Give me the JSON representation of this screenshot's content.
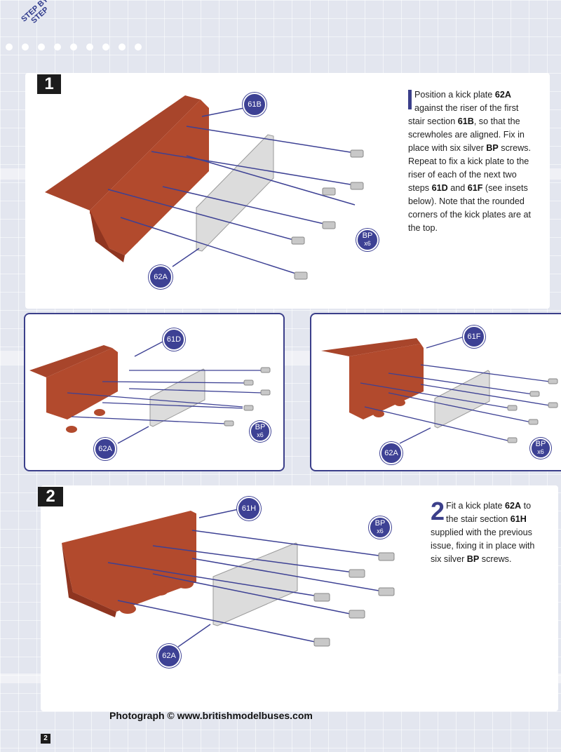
{
  "header": {
    "label": "STEP BY STEP"
  },
  "step1": {
    "number": "1",
    "instruction": {
      "t1": "Position a kick plate ",
      "p62a": "62A",
      "t2": " against the riser of the first stair section ",
      "p61b": "61B",
      "t3": ", so that the screwholes are aligned. Fix in place with six silver ",
      "bp": "BP",
      "t4": " screws. Repeat to fix a kick plate to the riser of each of the next two steps ",
      "p61d": "61D",
      "t5": " and ",
      "p61f": "61F",
      "t6": " (see insets below). Note that the rounded corners of the kick plates are at the top."
    },
    "callouts": {
      "section": "61B",
      "plate": "62A",
      "screw": "BP",
      "qty": "x6"
    }
  },
  "inset_left": {
    "callouts": {
      "section": "61D",
      "plate": "62A",
      "screw": "BP",
      "qty": "x6"
    }
  },
  "inset_right": {
    "callouts": {
      "section": "61F",
      "plate": "62A",
      "screw": "BP",
      "qty": "x6"
    }
  },
  "step2": {
    "number": "2",
    "instruction": {
      "t1": "Fit a kick plate ",
      "p62a": "62A",
      "t2": " to the stair section ",
      "p61h": "61H",
      "t3": " supplied with the previous issue, fixing it in place with six silver ",
      "bp": "BP",
      "t4": " screws."
    },
    "callouts": {
      "section": "61H",
      "plate": "62A",
      "screw": "BP",
      "qty": "x6"
    }
  },
  "credit": "Photograph © www.britishmodelbuses.com",
  "page_number": "2",
  "colors": {
    "accent": "#3d4194",
    "wood": "#b8432a",
    "plate": "#dcdcdc"
  }
}
